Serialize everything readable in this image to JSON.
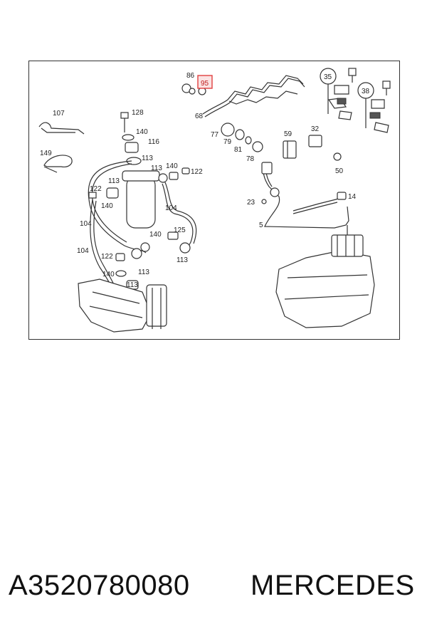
{
  "diagram": {
    "labels": [
      "86",
      "95",
      "107",
      "128",
      "68",
      "140",
      "116",
      "77",
      "79",
      "81",
      "78",
      "59",
      "32",
      "149",
      "113",
      "113",
      "140",
      "122",
      "50",
      "122",
      "113",
      "23",
      "14",
      "140",
      "104",
      "125",
      "5",
      "104",
      "122",
      "140",
      "113",
      "113",
      "113",
      "35",
      "38"
    ],
    "highlighted_label": "95"
  },
  "footer": {
    "part_number": "A3520780080",
    "brand": "MERCEDES"
  }
}
